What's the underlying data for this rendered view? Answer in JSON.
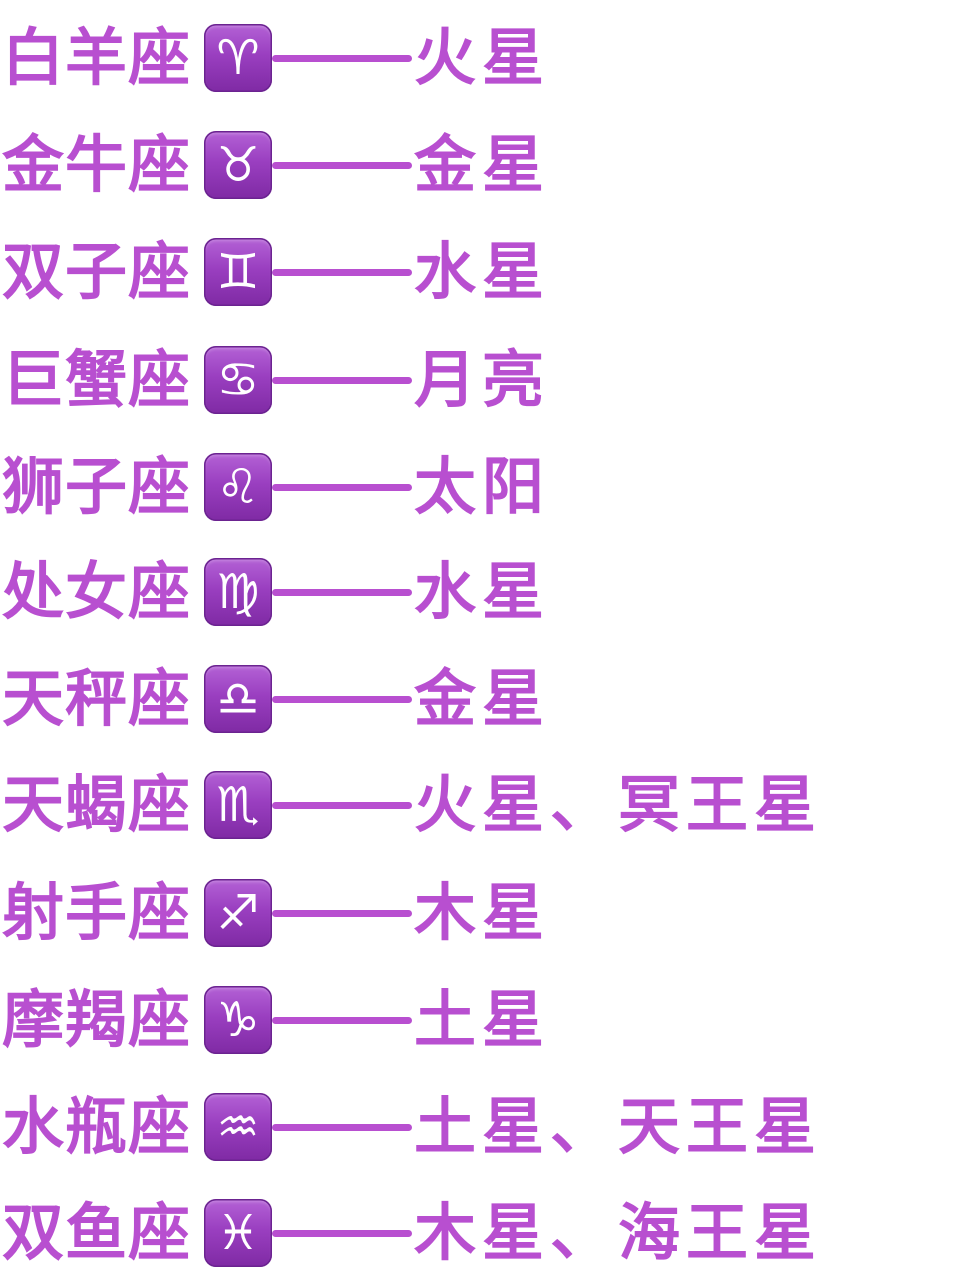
{
  "colors": {
    "text": "#b84fd0",
    "emoji_top": "#b462d6",
    "emoji_bottom": "#7f2aa4",
    "background": "#ffffff"
  },
  "rows": [
    {
      "sign": "白羊座",
      "icon": "aries-icon",
      "glyph": "♈",
      "planet": "火星"
    },
    {
      "sign": "金牛座",
      "icon": "taurus-icon",
      "glyph": "♉",
      "planet": "金星"
    },
    {
      "sign": "双子座",
      "icon": "gemini-icon",
      "glyph": "♊",
      "planet": "水星"
    },
    {
      "sign": "巨蟹座",
      "icon": "cancer-icon",
      "glyph": "♋",
      "planet": "月亮"
    },
    {
      "sign": "狮子座",
      "icon": "leo-icon",
      "glyph": "♌",
      "planet": "太阳"
    },
    {
      "sign": "处女座",
      "icon": "virgo-icon",
      "glyph": "♍",
      "planet": "水星"
    },
    {
      "sign": "天秤座",
      "icon": "libra-icon",
      "glyph": "♎",
      "planet": "金星"
    },
    {
      "sign": "天蝎座",
      "icon": "scorpio-icon",
      "glyph": "♏",
      "planet": "火星、冥王星"
    },
    {
      "sign": "射手座",
      "icon": "sagittarius-icon",
      "glyph": "♐",
      "planet": "木星"
    },
    {
      "sign": "摩羯座",
      "icon": "capricorn-icon",
      "glyph": "♑",
      "planet": "土星"
    },
    {
      "sign": "水瓶座",
      "icon": "aquarius-icon",
      "glyph": "♒",
      "planet": "土星、天王星"
    },
    {
      "sign": "双鱼座",
      "icon": "pisces-icon",
      "glyph": "♓",
      "planet": "木星、海王星"
    }
  ]
}
